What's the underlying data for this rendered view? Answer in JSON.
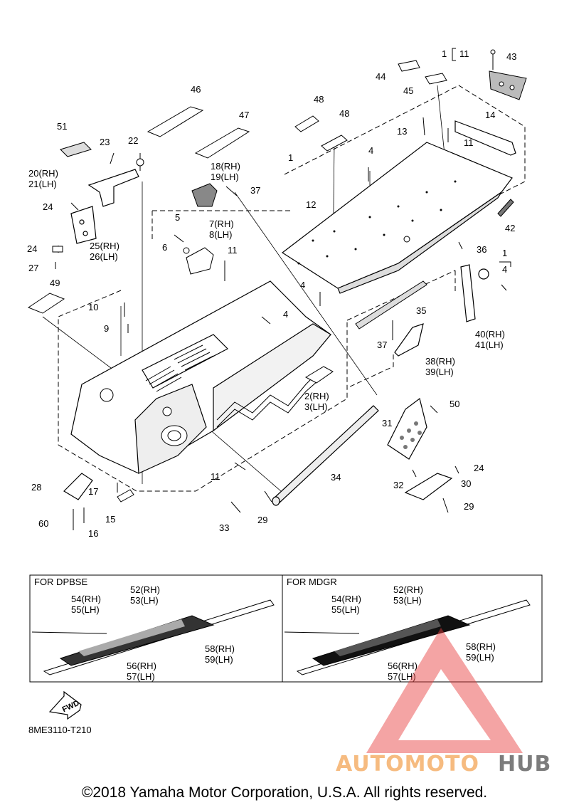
{
  "callouts": [
    {
      "id": "c1-11a",
      "text": "1"
    },
    {
      "id": "c11-top",
      "text": "11"
    },
    {
      "id": "c43",
      "text": "43"
    },
    {
      "id": "c44",
      "text": "44"
    },
    {
      "id": "c45",
      "text": "45"
    },
    {
      "id": "c46",
      "text": "46"
    },
    {
      "id": "c47",
      "text": "47"
    },
    {
      "id": "c48a",
      "text": "48"
    },
    {
      "id": "c48b",
      "text": "48"
    },
    {
      "id": "c51",
      "text": "51"
    },
    {
      "id": "c23",
      "text": "23"
    },
    {
      "id": "c22",
      "text": "22"
    },
    {
      "id": "c20",
      "text": "20(RH)"
    },
    {
      "id": "c21",
      "text": "21(LH)"
    },
    {
      "id": "c18",
      "text": "18(RH)"
    },
    {
      "id": "c19",
      "text": "19(LH)"
    },
    {
      "id": "c37a",
      "text": "37"
    },
    {
      "id": "c1b",
      "text": "1"
    },
    {
      "id": "c4a",
      "text": "4"
    },
    {
      "id": "c13",
      "text": "13"
    },
    {
      "id": "c14",
      "text": "14"
    },
    {
      "id": "c11b",
      "text": "11"
    },
    {
      "id": "c24a",
      "text": "24"
    },
    {
      "id": "c5",
      "text": "5"
    },
    {
      "id": "c7",
      "text": "7(RH)"
    },
    {
      "id": "c8",
      "text": "8(LH)"
    },
    {
      "id": "c12",
      "text": "12"
    },
    {
      "id": "c42",
      "text": "42"
    },
    {
      "id": "c25",
      "text": "25(RH)"
    },
    {
      "id": "c26",
      "text": "26(LH)"
    },
    {
      "id": "c6",
      "text": "6"
    },
    {
      "id": "c11c",
      "text": "11"
    },
    {
      "id": "c24b",
      "text": "24"
    },
    {
      "id": "c27",
      "text": "27"
    },
    {
      "id": "c36",
      "text": "36"
    },
    {
      "id": "c1c",
      "text": "1"
    },
    {
      "id": "c4b",
      "text": "4"
    },
    {
      "id": "c49",
      "text": "49"
    },
    {
      "id": "c4c",
      "text": "4"
    },
    {
      "id": "c10",
      "text": "10"
    },
    {
      "id": "c4d",
      "text": "4"
    },
    {
      "id": "c35",
      "text": "35"
    },
    {
      "id": "c9",
      "text": "9"
    },
    {
      "id": "c40",
      "text": "40(RH)"
    },
    {
      "id": "c41",
      "text": "41(LH)"
    },
    {
      "id": "c37b",
      "text": "37"
    },
    {
      "id": "c38",
      "text": "38(RH)"
    },
    {
      "id": "c39",
      "text": "39(LH)"
    },
    {
      "id": "c2",
      "text": "2(RH)"
    },
    {
      "id": "c3",
      "text": "3(LH)"
    },
    {
      "id": "c50",
      "text": "50"
    },
    {
      "id": "c31",
      "text": "31"
    },
    {
      "id": "c24c",
      "text": "24"
    },
    {
      "id": "c34",
      "text": "34"
    },
    {
      "id": "c11d",
      "text": "11"
    },
    {
      "id": "c30",
      "text": "30"
    },
    {
      "id": "c32",
      "text": "32"
    },
    {
      "id": "c28",
      "text": "28"
    },
    {
      "id": "c17",
      "text": "17"
    },
    {
      "id": "c29a",
      "text": "29"
    },
    {
      "id": "c15",
      "text": "15"
    },
    {
      "id": "c60",
      "text": "60"
    },
    {
      "id": "c16",
      "text": "16"
    },
    {
      "id": "c33",
      "text": "33"
    },
    {
      "id": "c29b",
      "text": "29"
    }
  ],
  "boxes": {
    "left_title": "FOR DPBSE",
    "right_title": "FOR MDGR",
    "left_labels": [
      "54(RH)",
      "55(LH)",
      "52(RH)",
      "53(LH)",
      "58(RH)",
      "59(LH)",
      "56(RH)",
      "57(LH)"
    ],
    "right_labels": [
      "54(RH)",
      "55(LH)",
      "52(RH)",
      "53(LH)",
      "58(RH)",
      "59(LH)",
      "56(RH)",
      "57(LH)"
    ]
  },
  "fwd_label": "FWD",
  "diagram_code": "8ME3110-T210",
  "watermark": {
    "part1": "AUTOMOTO",
    "part2": "HUB",
    "color1": "#f5b06a",
    "color2": "#666666",
    "triangle_color": "#e83c3c"
  },
  "copyright": "©2018 Yamaha Motor Corporation, U.S.A. All rights reserved."
}
